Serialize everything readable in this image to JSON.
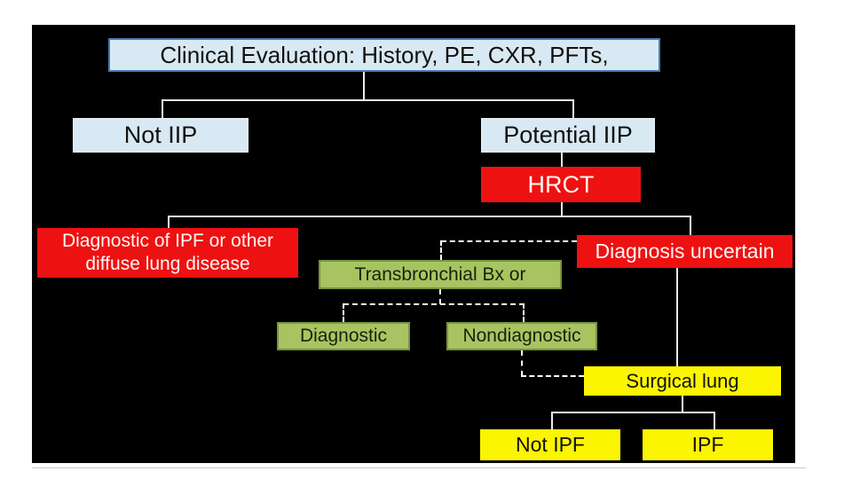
{
  "nodes": {
    "clinical_evaluation": {
      "label": "Clinical Evaluation: History, PE, CXR, PFTs,"
    },
    "not_iip": {
      "label": "Not IIP"
    },
    "potential_iip": {
      "label": "Potential IIP"
    },
    "hrct": {
      "label": "HRCT"
    },
    "diagnostic_ipf": {
      "label": "Diagnostic of IPF or other diffuse lung disease"
    },
    "diagnosis_uncertain": {
      "label": "Diagnosis uncertain"
    },
    "transbronchial": {
      "label": "Transbronchial Bx or"
    },
    "diagnostic": {
      "label": "Diagnostic"
    },
    "nondiagnostic": {
      "label": "Nondiagnostic"
    },
    "surgical_lung": {
      "label": "Surgical lung"
    },
    "not_ipf": {
      "label": "Not IPF"
    },
    "ipf": {
      "label": "IPF"
    }
  },
  "edges": [
    {
      "from": "clinical_evaluation",
      "to": "not_iip",
      "style": "solid"
    },
    {
      "from": "clinical_evaluation",
      "to": "potential_iip",
      "style": "solid"
    },
    {
      "from": "potential_iip",
      "to": "hrct",
      "style": "solid"
    },
    {
      "from": "hrct",
      "to": "diagnostic_ipf",
      "style": "solid"
    },
    {
      "from": "hrct",
      "to": "diagnosis_uncertain",
      "style": "solid"
    },
    {
      "from": "diagnosis_uncertain",
      "to": "transbronchial",
      "style": "dashed"
    },
    {
      "from": "transbronchial",
      "to": "diagnostic",
      "style": "dashed"
    },
    {
      "from": "transbronchial",
      "to": "nondiagnostic",
      "style": "dashed"
    },
    {
      "from": "nondiagnostic",
      "to": "surgical_lung",
      "style": "dashed"
    },
    {
      "from": "diagnosis_uncertain",
      "to": "surgical_lung",
      "style": "solid"
    },
    {
      "from": "surgical_lung",
      "to": "not_ipf",
      "style": "solid"
    },
    {
      "from": "surgical_lung",
      "to": "ipf",
      "style": "solid"
    }
  ],
  "colors": {
    "page": "#ffffff",
    "background": "#000000",
    "node_blue": "#d9e9f3",
    "node_blue_border": "#4a7ab5",
    "node_red": "#ee1111",
    "node_green": "#a8c462",
    "node_green_border": "#79943e",
    "node_yellow": "#fcf500",
    "connector": "#ececec",
    "connector_dashed": "#ffffff",
    "text_dark": "#111111",
    "text_light": "#fdf5f5",
    "text_green": "#16240a"
  }
}
